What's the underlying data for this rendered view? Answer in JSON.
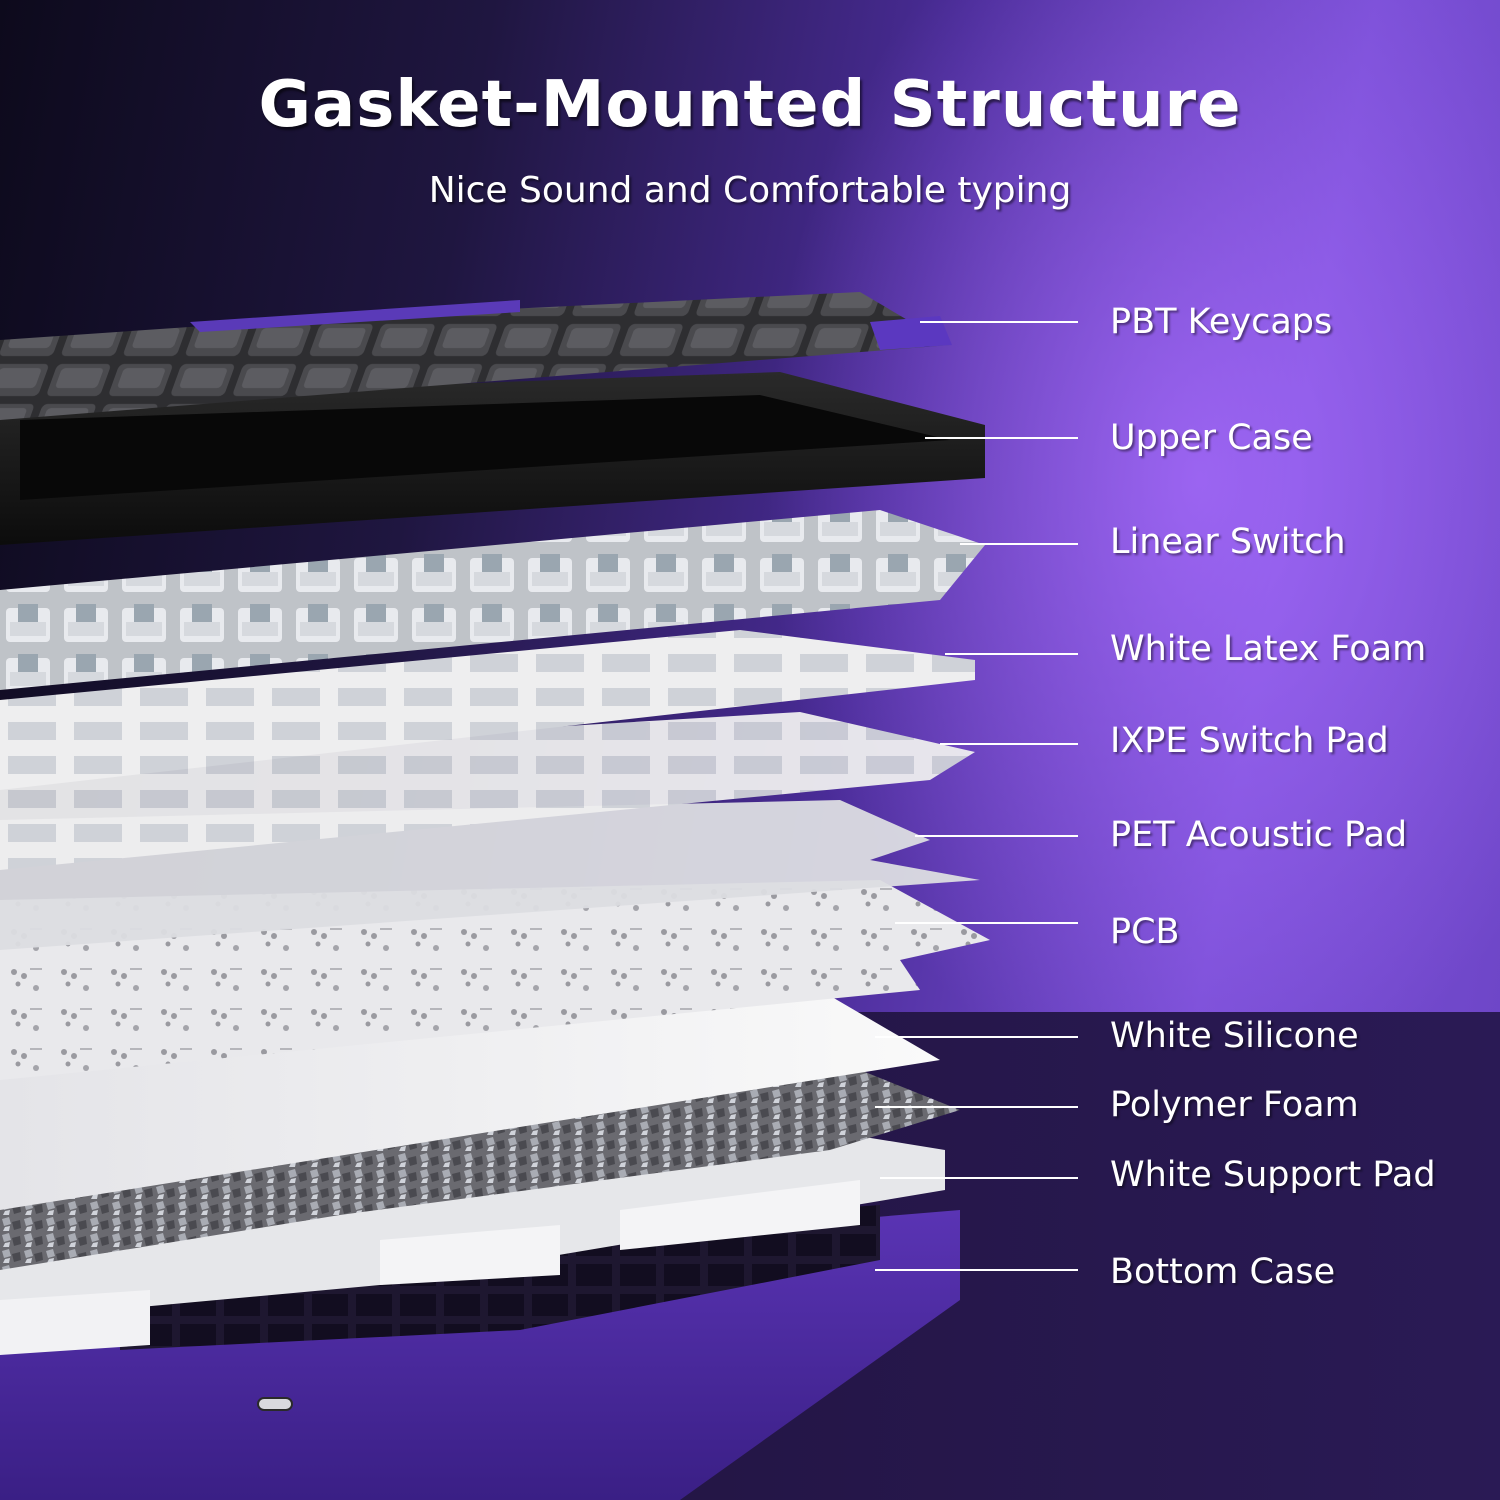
{
  "header": {
    "title": "Gasket-Mounted Structure",
    "subtitle": "Nice Sound and Comfortable typing"
  },
  "layers": [
    {
      "label": "PBT Keycaps"
    },
    {
      "label": "Upper Case"
    },
    {
      "label": "Linear Switch"
    },
    {
      "label": "White Latex Foam"
    },
    {
      "label": "IXPE Switch Pad"
    },
    {
      "label": "PET Acoustic Pad"
    },
    {
      "label": "PCB"
    },
    {
      "label": "White Silicone"
    },
    {
      "label": "Polymer Foam"
    },
    {
      "label": "White Support Pad"
    },
    {
      "label": "Bottom Case"
    }
  ],
  "colors": {
    "accent_purple": "#5b32b8",
    "keycap_dark": "#3a3a3e",
    "keycap_gray": "#6e6e72",
    "case_black": "#141414",
    "foam_white": "#f0f0f2",
    "label_text": "#ffffff"
  }
}
